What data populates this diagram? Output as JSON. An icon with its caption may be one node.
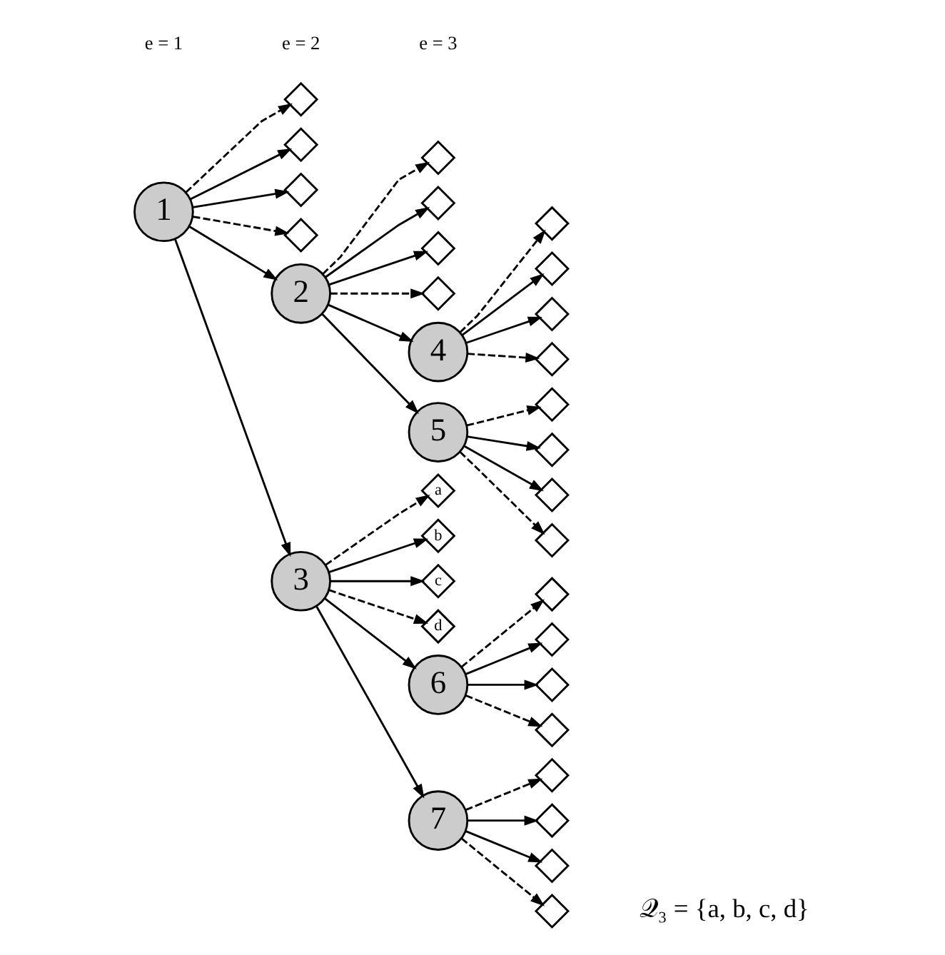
{
  "diagram": {
    "nodes": [
      {
        "text": [
          "1"
        ]
      },
      {
        "text": [],
        "shape": "diamond"
      },
      {
        "text": [],
        "shape": "diamond"
      },
      {
        "text": [],
        "shape": "diamond"
      },
      {
        "text": [],
        "shape": "diamond"
      },
      {
        "text": [
          "2"
        ]
      },
      {
        "text": [],
        "shape": "diamond"
      },
      {
        "text": [],
        "shape": "diamond"
      },
      {
        "text": [],
        "shape": "diamond"
      },
      {
        "text": [],
        "shape": "diamond"
      },
      {
        "text": [
          "3"
        ]
      },
      {
        "text": [
          "a"
        ]
      },
      {
        "text": [
          "b"
        ]
      },
      {
        "text": [
          "c"
        ]
      },
      {
        "text": [
          "d"
        ]
      },
      {
        "text": [
          "4"
        ]
      },
      {
        "text": [],
        "shape": "diamond"
      },
      {
        "text": [],
        "shape": "diamond"
      },
      {
        "text": [],
        "shape": "diamond"
      },
      {
        "text": [],
        "shape": "diamond"
      },
      {
        "text": [
          "5"
        ]
      },
      {
        "text": [],
        "shape": "diamond"
      },
      {
        "text": [],
        "shape": "diamond"
      },
      {
        "text": [],
        "shape": "diamond"
      },
      {
        "text": [],
        "shape": "diamond"
      },
      {
        "text": [
          "6"
        ]
      },
      {
        "text": [],
        "shape": "diamond"
      },
      {
        "text": [],
        "shape": "diamond"
      },
      {
        "text": [],
        "shape": "diamond"
      },
      {
        "text": [],
        "shape": "diamond"
      },
      {
        "text": [
          "7"
        ]
      },
      {
        "text": [],
        "shape": "diamond"
      },
      {
        "text": [],
        "shape": "diamond"
      },
      {
        "text": [],
        "shape": "diamond"
      },
      {
        "text": [],
        "shape": "diamond"
      }
    ],
    "edges": [
      {
        "from": 0,
        "to": 5,
        "arrow": "to"
      },
      {
        "from": 0,
        "to": 1,
        "arrow": "to",
        "style": "dashed"
      },
      {
        "from": 0,
        "to": 2,
        "arrow": "to"
      },
      {
        "from": 0,
        "to": 3,
        "arrow": "to"
      },
      {
        "from": 0,
        "to": 4,
        "arrow": "to",
        "style": "dashed"
      },
      {
        "from": 0,
        "to": 10,
        "arrow": "to"
      },
      {
        "from": 5,
        "to": 15,
        "arrow": "to"
      },
      {
        "from": 5,
        "to": 6,
        "arrow": "to",
        "style": "dashed"
      },
      {
        "from": 5,
        "to": 7,
        "arrow": "to"
      },
      {
        "from": 5,
        "to": 8,
        "arrow": "to"
      },
      {
        "from": 5,
        "to": 9,
        "arrow": "to",
        "style": "dashed"
      },
      {
        "from": 5,
        "to": 20,
        "arrow": "to"
      },
      {
        "from": 10,
        "to": 25,
        "arrow": "to"
      },
      {
        "from": 10,
        "to": 11,
        "arrow": "to",
        "style": "dashed"
      },
      {
        "from": 10,
        "to": 12,
        "arrow": "to"
      },
      {
        "from": 10,
        "to": 13,
        "arrow": "to"
      },
      {
        "from": 10,
        "to": 14,
        "arrow": "to",
        "style": "dashed"
      },
      {
        "from": 10,
        "to": 30,
        "arrow": "to"
      },
      {
        "from": 15,
        "to": 16,
        "arrow": "to",
        "style": "dashed"
      },
      {
        "from": 15,
        "to": 17,
        "arrow": "to"
      },
      {
        "from": 15,
        "to": 18,
        "arrow": "to"
      },
      {
        "from": 15,
        "to": 19,
        "arrow": "to",
        "style": "dashed"
      },
      {
        "from": 20,
        "to": 21,
        "arrow": "to",
        "style": "dashed"
      },
      {
        "from": 20,
        "to": 22,
        "arrow": "to"
      },
      {
        "from": 20,
        "to": 23,
        "arrow": "to"
      },
      {
        "from": 20,
        "to": 24,
        "arrow": "to",
        "style": "dashed"
      },
      {
        "from": 25,
        "to": 26,
        "arrow": "to",
        "style": "dashed"
      },
      {
        "from": 25,
        "to": 27,
        "arrow": "to"
      },
      {
        "from": 25,
        "to": 28,
        "arrow": "to"
      },
      {
        "from": 25,
        "to": 29,
        "arrow": "to",
        "style": "dashed"
      },
      {
        "from": 30,
        "to": 31,
        "arrow": "to",
        "style": "dashed"
      },
      {
        "from": 30,
        "to": 32,
        "arrow": "to"
      },
      {
        "from": 30,
        "to": 33,
        "arrow": "to"
      },
      {
        "from": 30,
        "to": 34,
        "arrow": "to",
        "style": "dashed"
      }
    ],
    "labels": [
      "e = 1",
      "e = 2",
      "e = 3",
      "𝒬₃ = {a, b, c, d}"
    ]
  }
}
